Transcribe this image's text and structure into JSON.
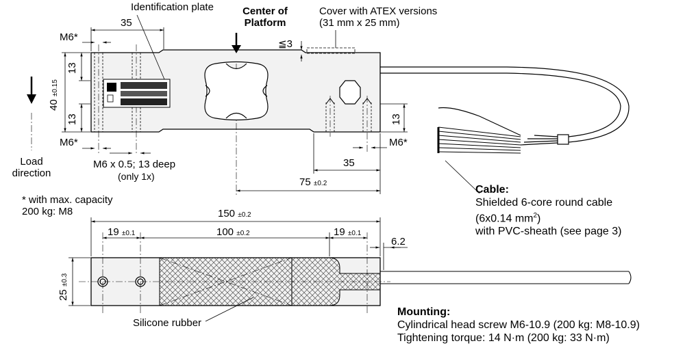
{
  "top_view": {
    "id_plate": "Identification plate",
    "center": [
      "Center of",
      "Platform"
    ],
    "cover": [
      "Cover with ATEX versions",
      "(31 mm x 25 mm)"
    ],
    "dim_35_top": "35",
    "le3": "≦3",
    "m6_tl": "M6*",
    "m6_bl": "M6*",
    "m6_br": "M6*",
    "dim_13_a": "13",
    "dim_13_b": "13",
    "dim_13_right": "13",
    "dim_40": "40",
    "tol_40": "±0.15",
    "thread": "M6 x 0.5; 13 deep",
    "only1": "(only 1x)",
    "dim_35_bottom": "35",
    "dim_75": "75",
    "tol_75": "±0.2",
    "load": [
      "Load",
      "direction"
    ]
  },
  "footnote": [
    "* with max. capacity",
    "200 kg: M8"
  ],
  "cable": {
    "title": "Cable:",
    "l1": "Shielded 6-core round cable",
    "l2": "(6x0.14 mm",
    "l2_sup": "2",
    "l2_end": ")",
    "l3": "with PVC-sheath (see page 3)"
  },
  "side_view": {
    "dim_150": "150",
    "tol_150": "±0.2",
    "dim_19_left": "19",
    "tol_19_left": "±0.1",
    "dim_100": "100",
    "tol_100": "±0.2",
    "dim_19_right": "19",
    "tol_19_right": "±0.1",
    "dim_62": "6.2",
    "dim_25": "25",
    "tol_25": "±0.3",
    "silicone": "Silicone rubber"
  },
  "mounting": {
    "title": "Mounting:",
    "l1": "Cylindrical head screw M6-10.9 (200 kg: M8-10.9)",
    "l2": "Tightening torque: 14 N·m (200 kg: 33 N·m)"
  }
}
